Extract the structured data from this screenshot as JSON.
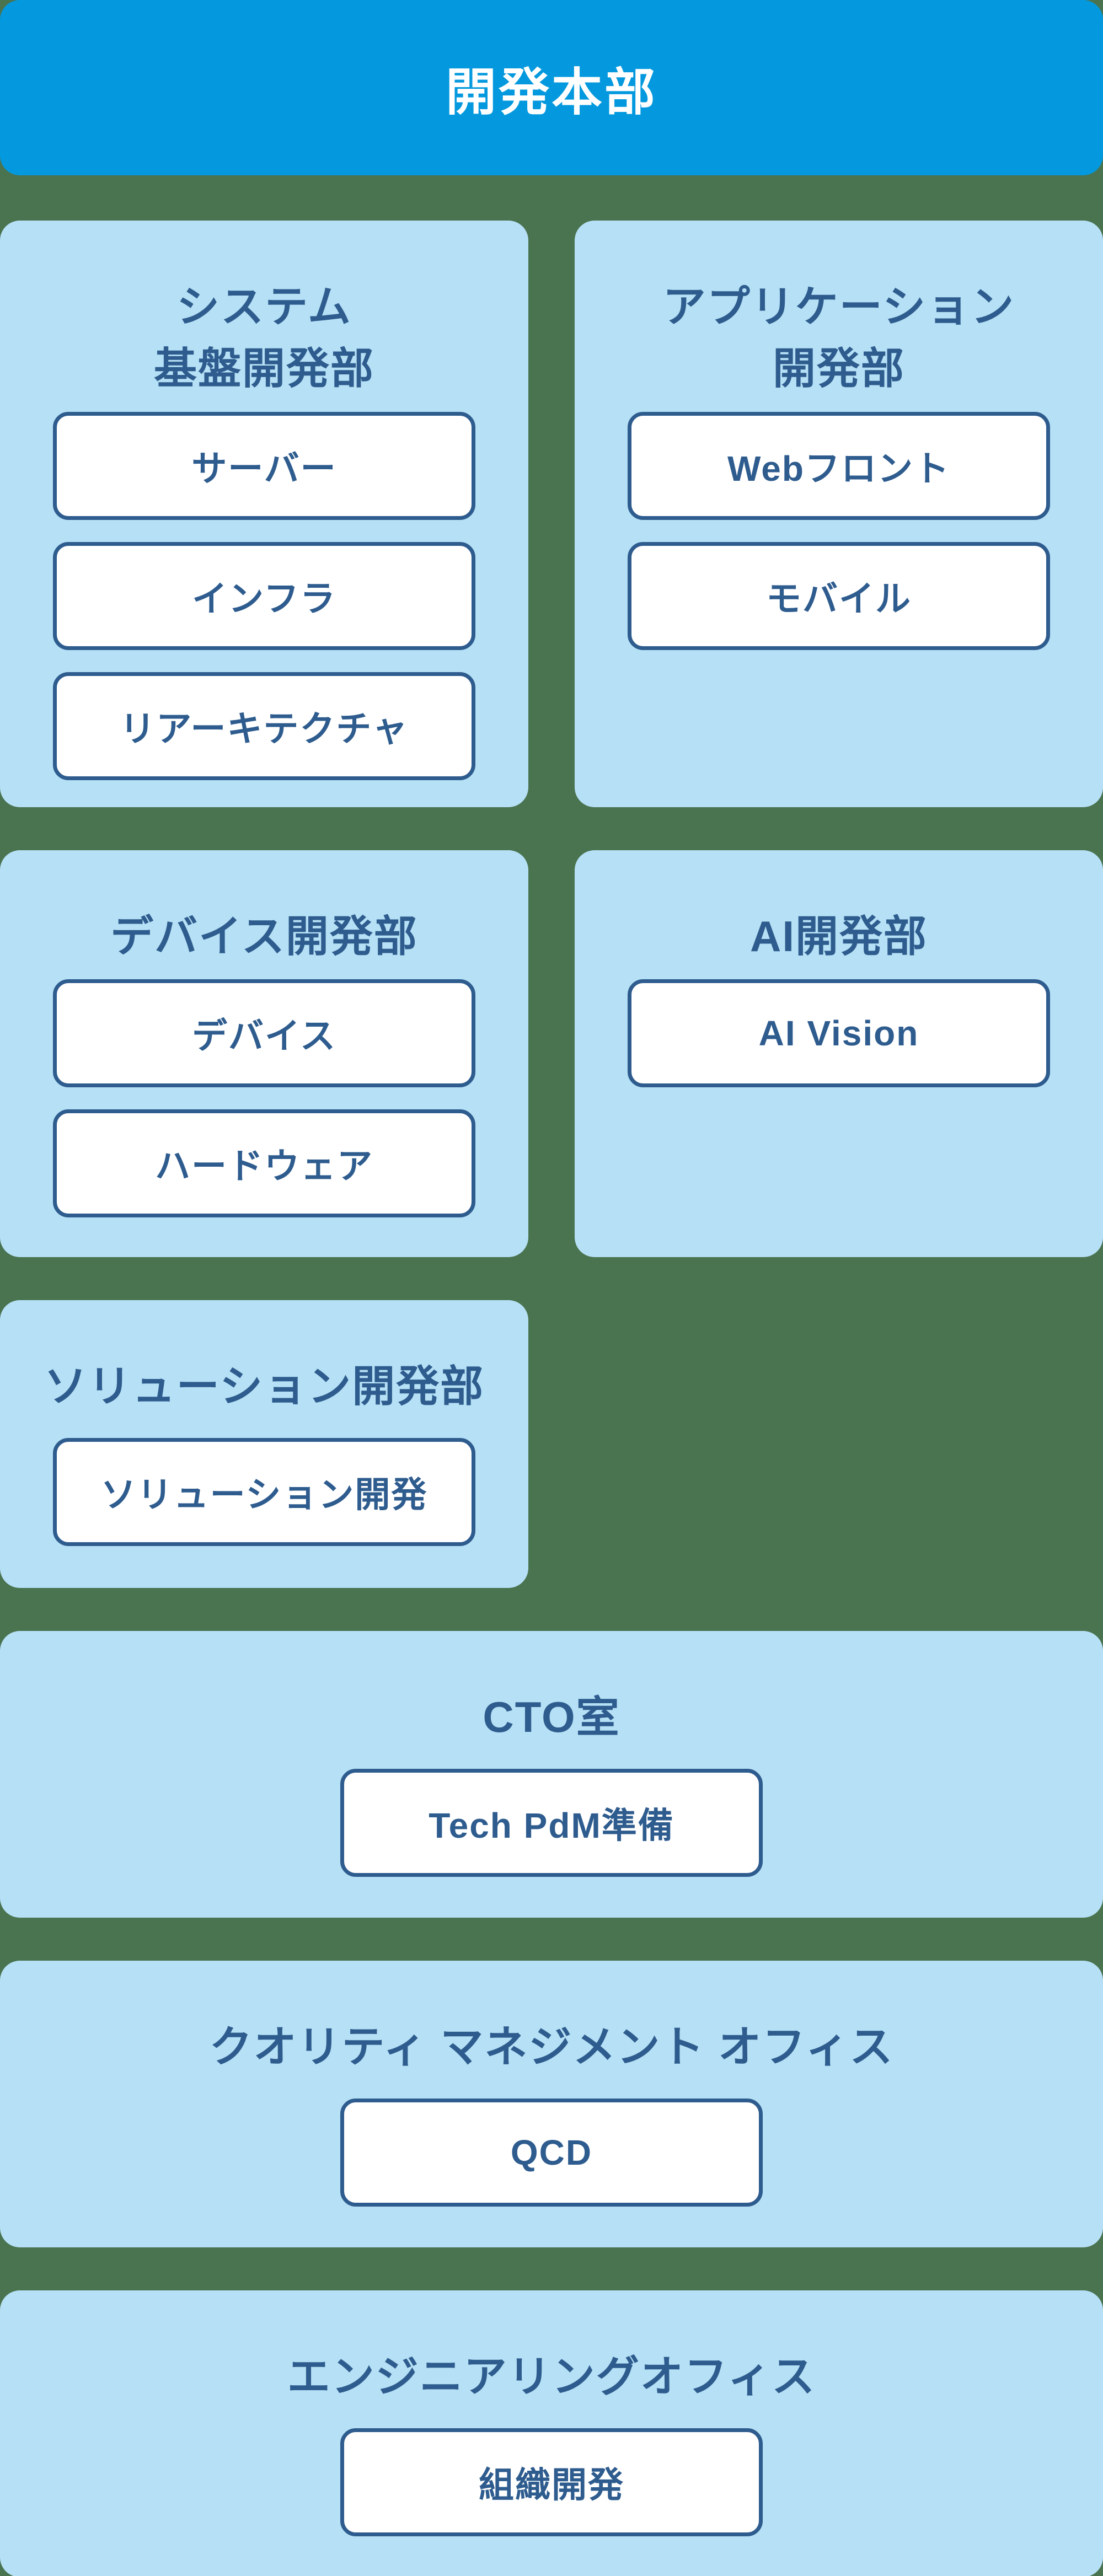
{
  "header": {
    "title": "開発本部"
  },
  "colors": {
    "background_green": "#4A7350",
    "header_blue": "#0499DE",
    "card_light_blue": "#B6E0F5",
    "box_white": "#FFFFFF",
    "accent_dark_blue": "#2E5C8E",
    "header_text": "#FFFFFF"
  },
  "departments": [
    {
      "id": "system-infra",
      "title_line1": "システム",
      "title_line2": "基盤開発部",
      "teams": [
        "サーバー",
        "インフラ",
        "リアーキテクチャ"
      ]
    },
    {
      "id": "application",
      "title_line1": "アプリケーション",
      "title_line2": "開発部",
      "teams": [
        "Webフロント",
        "モバイル"
      ]
    },
    {
      "id": "device",
      "title_line1": "デバイス開発部",
      "teams": [
        "デバイス",
        "ハードウェア"
      ]
    },
    {
      "id": "ai",
      "title_line1": "AI開発部",
      "teams": [
        "AI Vision"
      ]
    },
    {
      "id": "solution",
      "title_line1": "ソリューション開発部",
      "teams": [
        "ソリューション開発"
      ]
    },
    {
      "id": "cto",
      "title_line1": "CTO室",
      "teams": [
        "Tech PdM準備"
      ]
    },
    {
      "id": "quality",
      "title_line1": "クオリティ マネジメント オフィス",
      "teams": [
        "QCD"
      ]
    },
    {
      "id": "engineering",
      "title_line1": "エンジニアリングオフィス",
      "teams": [
        "組織開発"
      ]
    }
  ]
}
